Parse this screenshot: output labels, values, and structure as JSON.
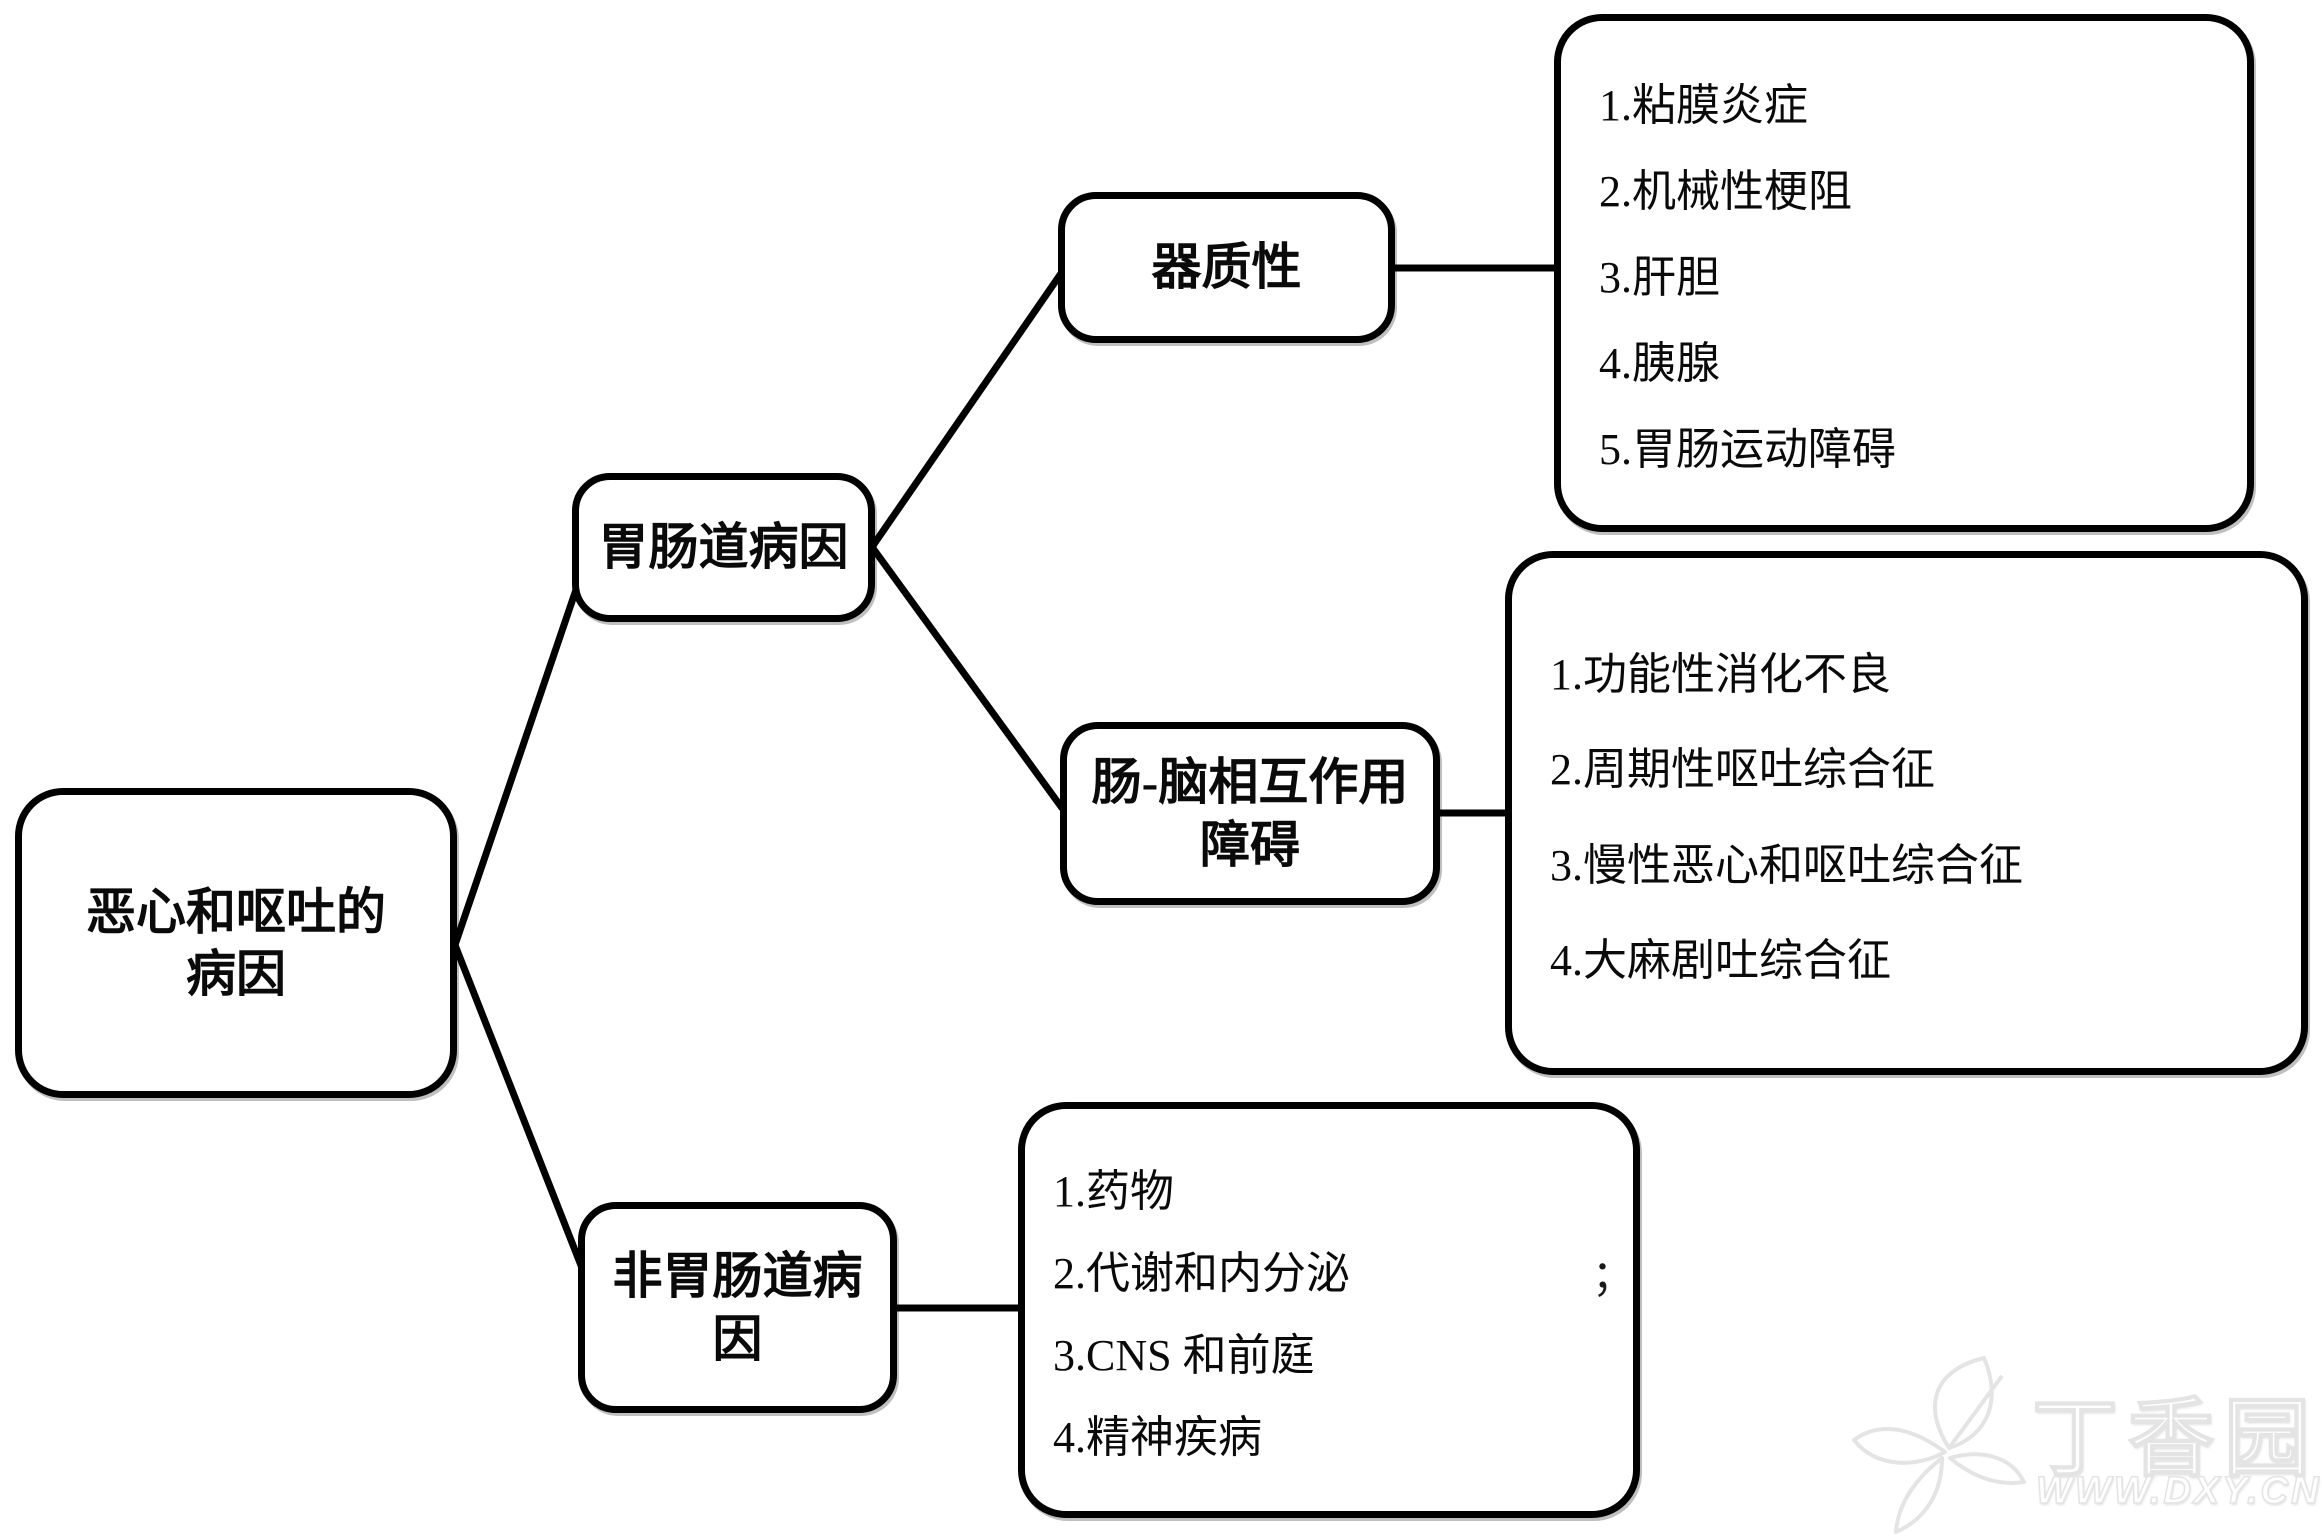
{
  "diagram": {
    "root": {
      "label": "恶心和呕吐的\n病因"
    },
    "nodes": {
      "gi": {
        "label": "胃肠道病因"
      },
      "organic": {
        "label": "器质性"
      },
      "dgbi": {
        "label": "肠-脑相互作用\n障碍"
      },
      "non_gi": {
        "label": "非胃肠道病\n因"
      }
    },
    "lists": {
      "organic": [
        "1.粘膜炎症",
        "2.机械性梗阻",
        "3.肝胆",
        "4.胰腺",
        "5.胃肠运动障碍"
      ],
      "dgbi": [
        "1.功能性消化不良",
        "2.周期性呕吐综合征",
        "3.慢性恶心和呕吐综合征",
        "4.大麻剧吐综合征"
      ],
      "non_gi": [
        "1.药物",
        "2.代谢和内分泌",
        "3.CNS 和前庭",
        "4.精神疾病"
      ]
    },
    "stray_mark": "；"
  },
  "watermark": {
    "brand": "丁香园",
    "url": "WWW.DXY.CN"
  },
  "colors": {
    "stroke": "#000000",
    "text": "#0a0a0a",
    "background": "#ffffff",
    "watermark_outline": "#e4e4e4"
  }
}
